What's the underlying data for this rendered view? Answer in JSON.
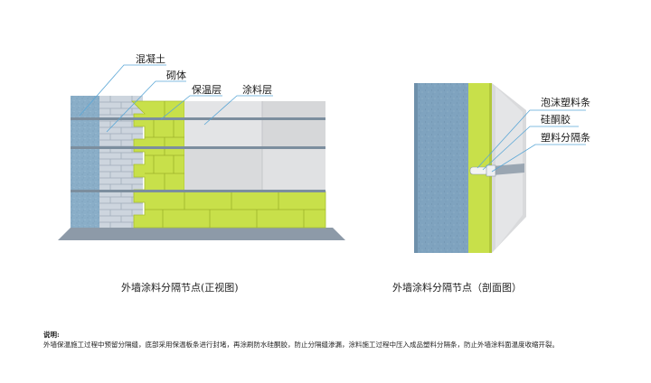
{
  "front_view": {
    "labels": {
      "concrete": "混凝土",
      "masonry": "砌体",
      "insulation": "保温层",
      "coating": "涂料层"
    },
    "caption": "外墙涂料分隔节点(正视图)"
  },
  "section_view": {
    "labels": {
      "foam_strip": "泡沫塑料条",
      "silicone": "硅酮胶",
      "plastic_strip": "塑料分隔条"
    },
    "caption": "外墙涂料分隔节点（剖面图）"
  },
  "notes": {
    "title": "说明:",
    "body": "外墙保温施工过程中预留分隔缝，底部采用保温板条进行封堵，再涂刷防水硅酮胶，防止分隔缝渗漏，涂料施工过程中压入成品塑料分隔条，防止外墙涂料面温度收缩开裂。"
  },
  "colors": {
    "concrete": "#8aaec8",
    "masonry": "#c9d2dc",
    "insulation": "#c8e04a",
    "coating": "#d9dadb",
    "leader": "#5ba7d6",
    "ground": "#8d9aa8"
  }
}
